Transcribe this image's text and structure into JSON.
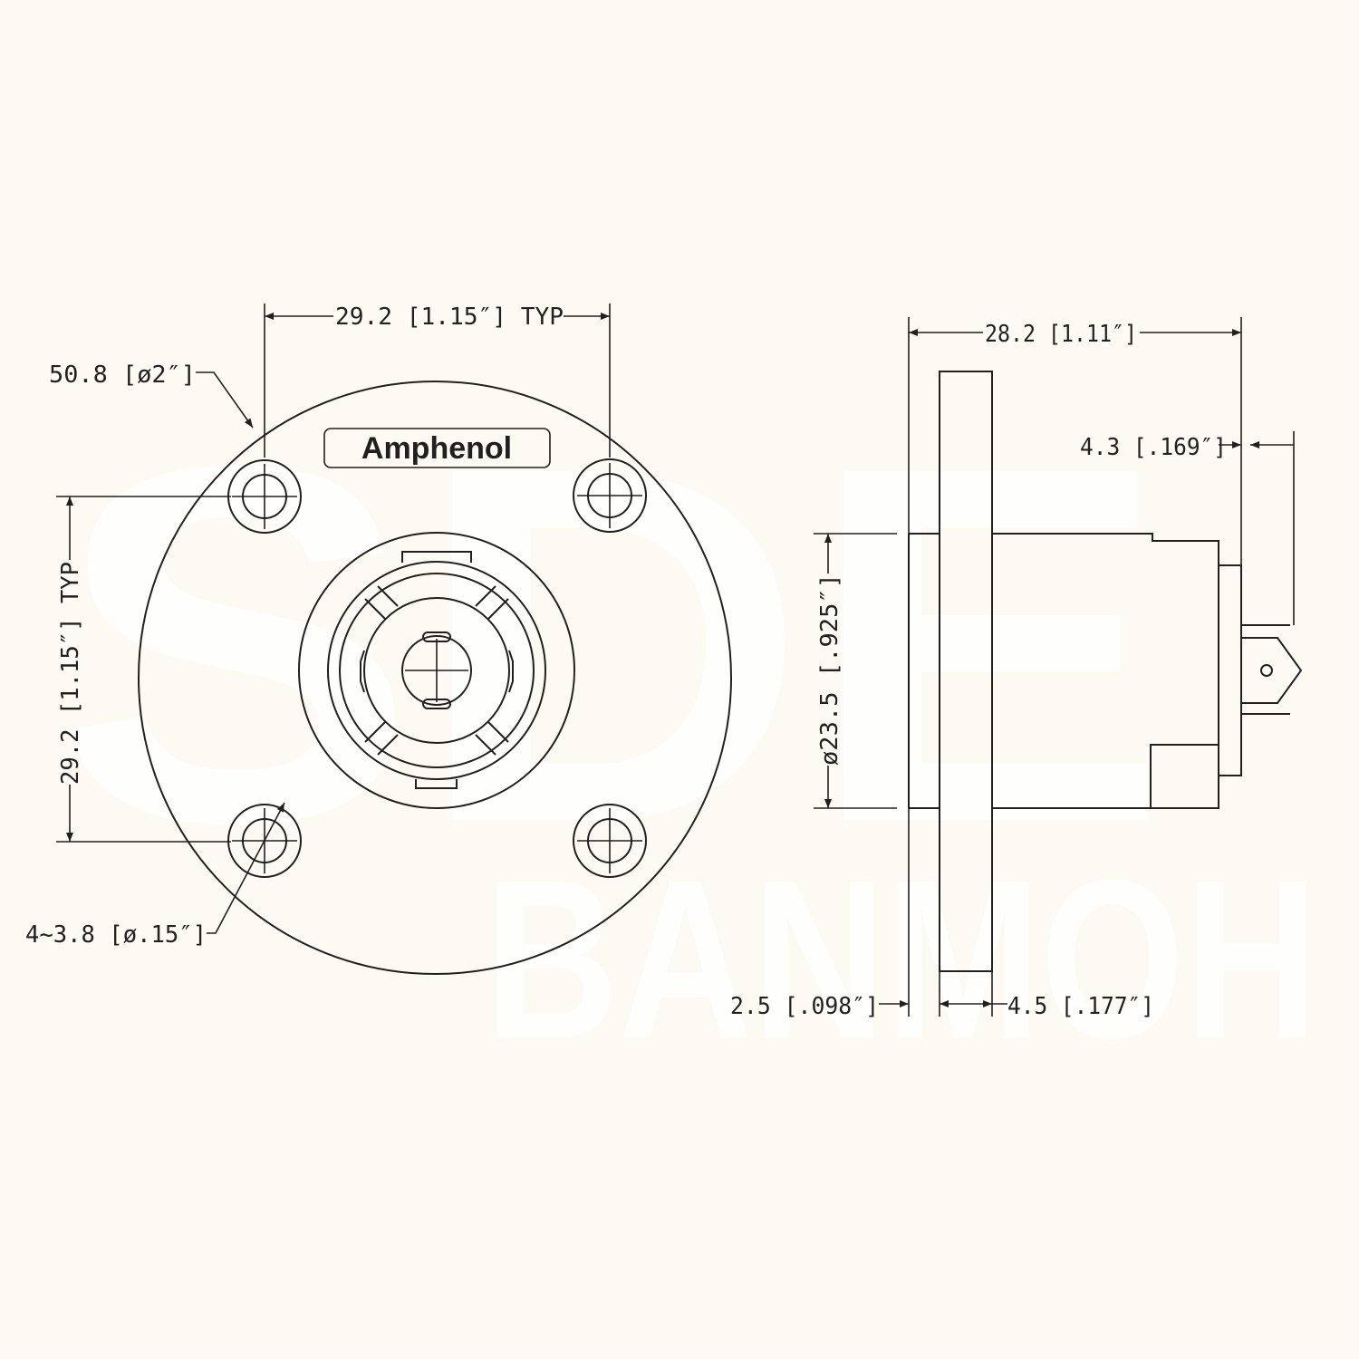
{
  "brand": {
    "logo_text": "Amphenol"
  },
  "watermark": {
    "line1": "SDE",
    "line2": "BANMOH"
  },
  "front_view": {
    "dim_hole_spacing_h": "29.2 [1.15″] TYP",
    "dim_hole_spacing_v": "29.2 [1.15″] TYP",
    "dim_flange_dia": "50.8 [ø2″]",
    "dim_holes": "4~3.8 [ø.15″]"
  },
  "side_view": {
    "dim_overall_length": "28.2 [1.11″]",
    "dim_terminal_offset": "4.3 [.169″]",
    "dim_body_dia": "ø23.5 [.925″]",
    "dim_front_protrusion": "2.5 [.098″]",
    "dim_flange_thickness": "4.5 [.177″]"
  },
  "colors": {
    "background": "#fdf9f3",
    "line": "#231f20",
    "watermark": "#ffffff"
  }
}
